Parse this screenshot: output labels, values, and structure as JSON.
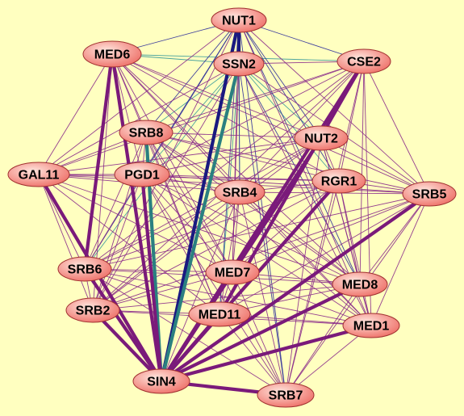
{
  "nodes": [
    {
      "id": "NUT1",
      "label": "NUT1"
    },
    {
      "id": "MED6",
      "label": "MED6"
    },
    {
      "id": "SSN2",
      "label": "SSN2"
    },
    {
      "id": "CSE2",
      "label": "CSE2"
    },
    {
      "id": "SRB8",
      "label": "SRB8"
    },
    {
      "id": "NUT2",
      "label": "NUT2"
    },
    {
      "id": "GAL11",
      "label": "GAL11"
    },
    {
      "id": "PGD1",
      "label": "PGD1"
    },
    {
      "id": "RGR1",
      "label": "RGR1"
    },
    {
      "id": "SRB5",
      "label": "SRB5"
    },
    {
      "id": "SRB4",
      "label": "SRB4"
    },
    {
      "id": "SRB6",
      "label": "SRB6"
    },
    {
      "id": "MED7",
      "label": "MED7"
    },
    {
      "id": "MED8",
      "label": "MED8"
    },
    {
      "id": "SRB2",
      "label": "SRB2"
    },
    {
      "id": "MED11",
      "label": "MED11"
    },
    {
      "id": "MED1",
      "label": "MED1"
    },
    {
      "id": "SIN4",
      "label": "SIN4"
    },
    {
      "id": "SRB7",
      "label": "SRB7"
    }
  ],
  "colors": {
    "background": "#ffffc0",
    "node_fill_light": "#ffd8d0",
    "node_fill_dark": "#f07070",
    "node_stroke": "#a03030",
    "edge_purple": "#7a1a7a",
    "edge_navy": "#1a1a80",
    "edge_teal": "#2a8a8a"
  },
  "edge_styles": {
    "purple_thin": {
      "color": "#8a2a8a",
      "weight": 1
    },
    "purple_thick": {
      "color": "#7a1a7a",
      "weight": 4
    },
    "navy_thin": {
      "color": "#30309a",
      "weight": 1
    },
    "navy_thick": {
      "color": "#1a1a80",
      "weight": 4
    },
    "teal_thin": {
      "color": "#3a9a9a",
      "weight": 1
    },
    "teal_thick": {
      "color": "#2a8080",
      "weight": 4
    }
  }
}
